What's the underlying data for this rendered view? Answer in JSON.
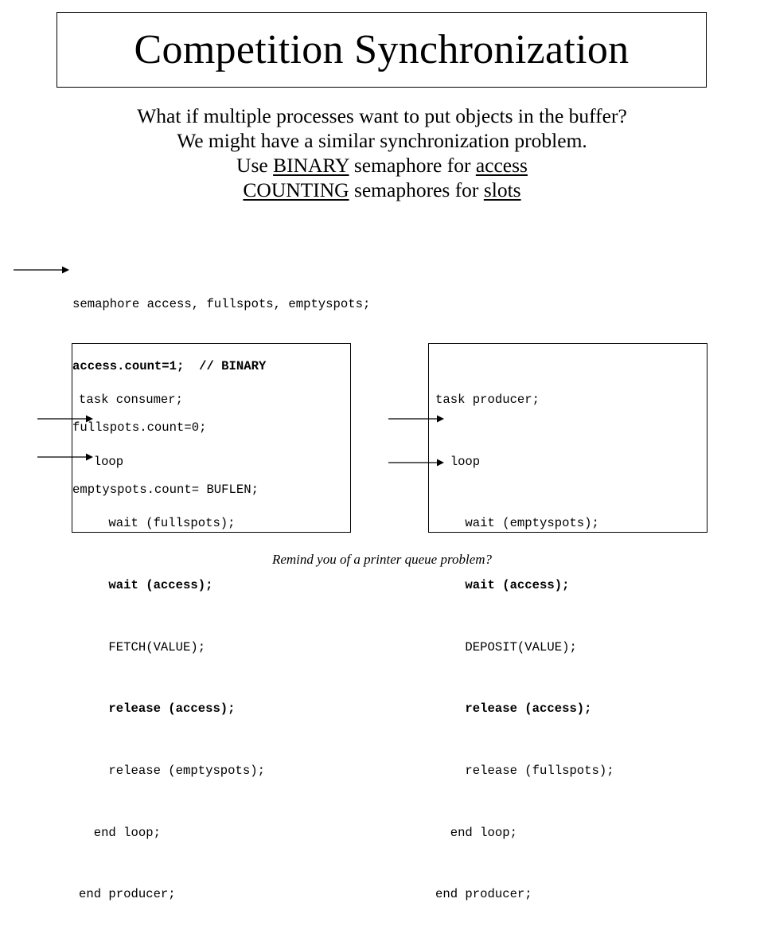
{
  "title": "Competition Synchronization",
  "intro": {
    "line1": "What if multiple processes want to put objects in the buffer?",
    "line2": "We might have a similar synchronization problem.",
    "line3": {
      "before": "Use ",
      "binary": "BINARY",
      "middle": " semaphore for ",
      "access": "access"
    },
    "line4": {
      "counting": "COUNTING",
      "middle": " semaphores for ",
      "slots": "slots"
    }
  },
  "declarations": [
    "semaphore access, fullspots, emptyspots;",
    "access.count=1;  // BINARY",
    "fullspots.count=0;",
    "emptyspots.count= BUFLEN;"
  ],
  "consumer": [
    "task consumer;",
    "  loop",
    "    wait (fullspots);",
    "    wait (access);",
    "    FETCH(VALUE);",
    "    release (access);",
    "    release (emptyspots);",
    "  end loop;",
    "end producer;"
  ],
  "producer": [
    "task producer;",
    "  loop",
    "    wait (emptyspots);",
    "    wait (access);",
    "    DEPOSIT(VALUE);",
    "    release (access);",
    "    release (fullspots);",
    "  end loop;",
    "end producer;"
  ],
  "footer": "Remind you of a printer queue problem?"
}
